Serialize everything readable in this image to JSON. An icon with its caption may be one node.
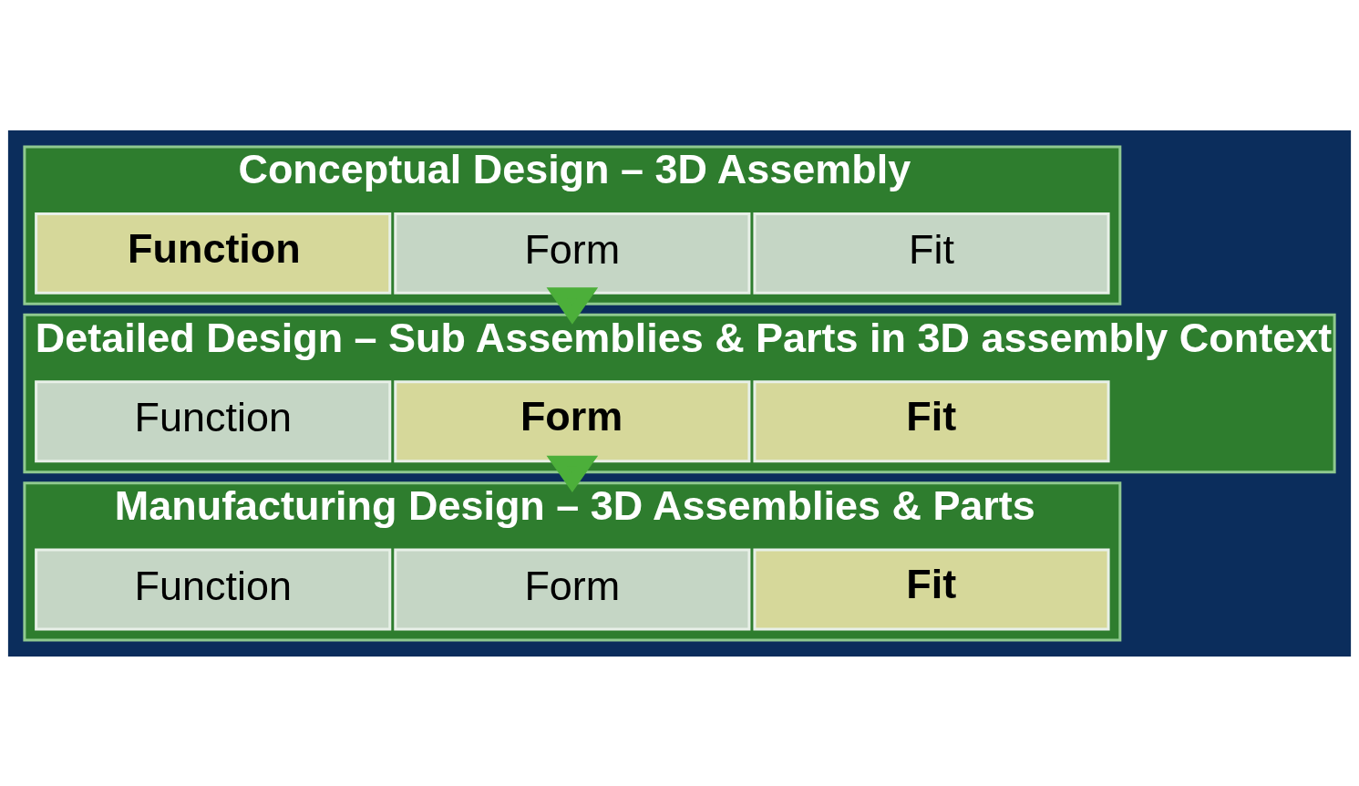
{
  "diagram": {
    "nodes": [
      {
        "text": [
          "Conceptual Design – 3D Assembly"
        ]
      },
      {
        "text": [
          "Function"
        ],
        "in": 0
      },
      {
        "text": [
          "Form"
        ],
        "in": 0
      },
      {
        "text": [
          "Fit"
        ],
        "in": 0
      },
      {
        "text": [
          "Detailed Design – Sub Assemblies & Parts in 3D assembly Context"
        ]
      },
      {
        "text": [
          "Function"
        ],
        "in": 4
      },
      {
        "text": [
          "Form"
        ],
        "in": 4
      },
      {
        "text": [
          "Fit"
        ],
        "in": 4
      },
      {
        "text": [
          "Manufacturing Design – 3D Assemblies & Parts"
        ]
      },
      {
        "text": [
          "Function"
        ],
        "in": 8
      },
      {
        "text": [
          "Form"
        ],
        "in": 8
      },
      {
        "text": [
          "Fit"
        ],
        "in": 8
      }
    ],
    "edges": [
      {
        "from": 0,
        "to": 4,
        "arrow": "to"
      },
      {
        "from": 4,
        "to": 8,
        "arrow": "to"
      }
    ]
  }
}
